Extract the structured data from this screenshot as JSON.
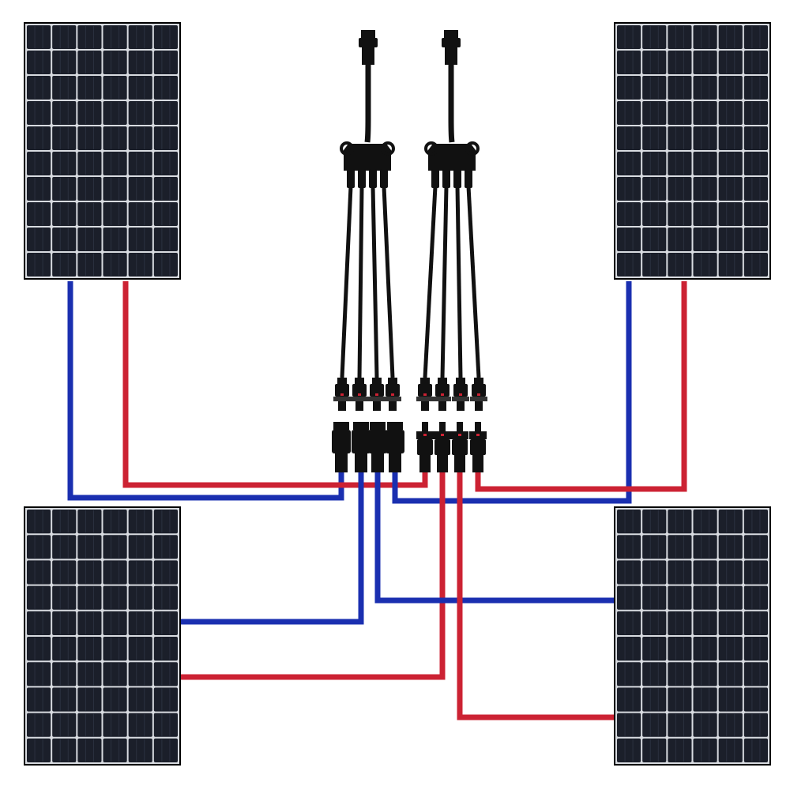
{
  "diagram": {
    "panels": [
      {
        "name": "top-left-solar-panel",
        "rows": 10,
        "cols": 6
      },
      {
        "name": "top-right-solar-panel",
        "rows": 10,
        "cols": 6
      },
      {
        "name": "bottom-left-solar-panel",
        "rows": 10,
        "cols": 6
      },
      {
        "name": "bottom-right-solar-panel",
        "rows": 10,
        "cols": 6
      }
    ],
    "wire_colors": {
      "positive": "#cc2233",
      "negative": "#1a2fb0"
    },
    "connector_color": "#111111",
    "panel_cell_color": "#1b1f2a",
    "panel_grid_color": "#d8dbe0",
    "splitters": [
      {
        "name": "negative-branch-splitter",
        "branches": 4
      },
      {
        "name": "positive-branch-splitter",
        "branches": 4
      }
    ]
  }
}
